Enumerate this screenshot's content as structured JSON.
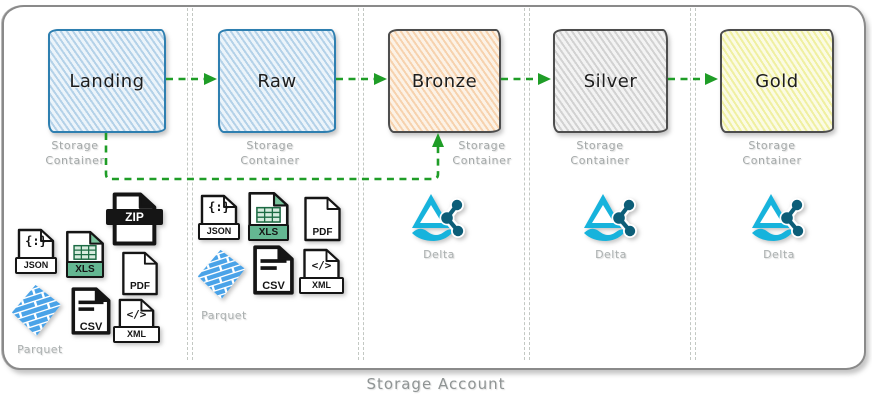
{
  "diagram": {
    "account_label": "Storage Account",
    "stages": [
      {
        "name": "Landing",
        "container_label": [
          "Storage",
          "Container"
        ]
      },
      {
        "name": "Raw",
        "container_label": [
          "Storage",
          "Container"
        ]
      },
      {
        "name": "Bronze",
        "container_label": [
          "Storage",
          "Container"
        ]
      },
      {
        "name": "Silver",
        "container_label": [
          "Storage",
          "Container"
        ]
      },
      {
        "name": "Gold",
        "container_label": [
          "Storage",
          "Container"
        ]
      }
    ],
    "arrows": [
      "Landing to Raw",
      "Raw to Bronze",
      "Bronze to Silver",
      "Silver to Gold",
      "Landing bypass to Bronze"
    ],
    "landing_files": [
      {
        "type": "json",
        "label": "JSON",
        "glyph": "{:}"
      },
      {
        "type": "xls",
        "label": "XLS"
      },
      {
        "type": "zip",
        "label": "ZIP"
      },
      {
        "type": "pdf",
        "label": "PDF"
      },
      {
        "type": "csv",
        "label": "CSV"
      },
      {
        "type": "xml",
        "label": "XML",
        "glyph": "</>"
      },
      {
        "type": "parquet",
        "label": "Parquet"
      }
    ],
    "raw_files": [
      {
        "type": "json",
        "label": "JSON",
        "glyph": "{:}"
      },
      {
        "type": "xls",
        "label": "XLS"
      },
      {
        "type": "pdf",
        "label": "PDF"
      },
      {
        "type": "parquet",
        "label": "Parquet"
      },
      {
        "type": "csv",
        "label": "CSV"
      },
      {
        "type": "xml",
        "label": "XML",
        "glyph": "</>"
      }
    ],
    "delta": [
      {
        "label": "Delta"
      },
      {
        "label": "Delta"
      },
      {
        "label": "Delta"
      }
    ],
    "colors": {
      "arrow_green": "#1f9d27",
      "landing_raw_border": "#2e7fb0",
      "landing_raw_fill": "#ecf4fa",
      "bronze_fill": "#f6e0c4",
      "silver_fill": "#e8e8e8",
      "gold_fill": "#f8f8c4",
      "neutral_border": "#4d4d4d",
      "divider_gray": "#c3c8c3",
      "delta_cyan": "#17b3dc",
      "delta_teal": "#0d5e78",
      "parquet_blue": "#4aa3e8",
      "xls_green": "#64b792"
    }
  }
}
